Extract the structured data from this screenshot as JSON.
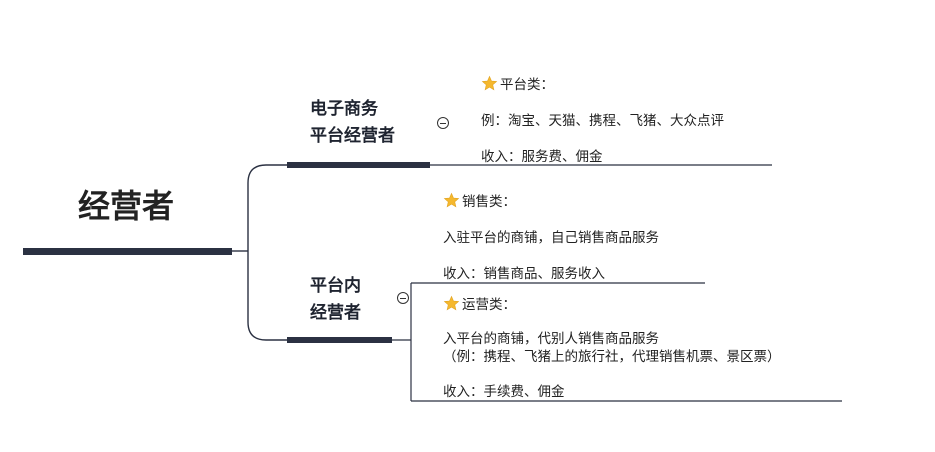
{
  "root": {
    "title": "经营者"
  },
  "branches": [
    {
      "title_line1": "电子商务",
      "title_line2": "平台经营者",
      "collapse_icon": "minus-circle-icon",
      "details": {
        "heading": "平台类：",
        "example": "例：淘宝、天猫、携程、飞猪、大众点评",
        "income": "收入：服务费、佣金"
      }
    },
    {
      "title_line1": "平台内",
      "title_line2": "经营者",
      "collapse_icon": "minus-circle-icon",
      "subs": [
        {
          "heading": "销售类：",
          "desc": "入驻平台的商铺，自己销售商品服务",
          "income": "收入：销售商品、服务收入"
        },
        {
          "heading": "运营类：",
          "desc": "入平台的商铺，代别人销售商品服务",
          "example": "（例：携程、飞猪上的旅行社，代理销售机票、景区票）",
          "income": "收入：手续费、佣金"
        }
      ]
    }
  ],
  "icons": {
    "bullet": "star-icon"
  },
  "colors": {
    "bar": "#2b3142",
    "line": "#2b3142",
    "star": "#f5b82e"
  }
}
